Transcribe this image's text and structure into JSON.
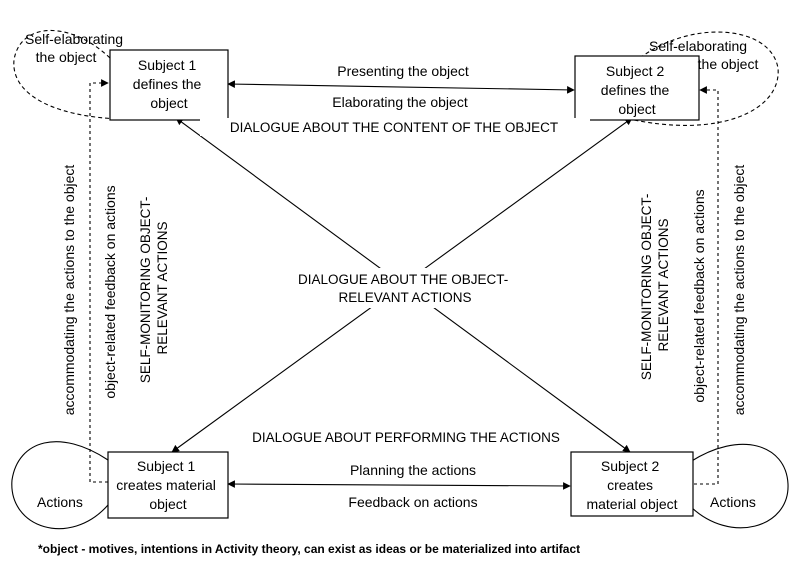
{
  "nodes": {
    "s1_define": [
      "Subject 1",
      "defines the",
      "object"
    ],
    "s2_define": [
      "Subject 2",
      "defines the",
      "object"
    ],
    "s1_create": [
      "Subject 1",
      "creates material",
      "object"
    ],
    "s2_create": [
      "Subject 2",
      "creates",
      "material object"
    ]
  },
  "loops": {
    "self_elab_left": [
      "Self-elaborating",
      "the object"
    ],
    "self_elab_right": [
      "Self-elaborating",
      "the object"
    ],
    "actions_left": "Actions",
    "actions_right": "Actions"
  },
  "edges": {
    "presenting": "Presenting the object",
    "elaborating": "Elaborating the object",
    "planning": "Planning the actions",
    "feedback": "Feedback on actions"
  },
  "captions": {
    "content_dialogue": "DIALOGUE ABOUT THE CONTENT OF THE OBJECT",
    "relevant_dialogue": [
      "DIALOGUE ABOUT THE OBJECT-",
      "RELEVANT ACTIONS"
    ],
    "performing_dialogue": "DIALOGUE ABOUT PERFORMING THE ACTIONS"
  },
  "side_left": {
    "accommodating": "accommodating the actions to the object",
    "feedback": "object-related feedback on actions",
    "monitoring": [
      "SELF-MONITORING OBJECT-",
      "RELEVANT ACTIONS"
    ]
  },
  "side_right": {
    "monitoring": [
      "SELF-MONITORING OBJECT-",
      "RELEVANT ACTIONS"
    ],
    "feedback": "object-related feedback on actions",
    "accommodating": "accommodating the actions to the object"
  },
  "footnote": "*object - motives, intentions in Activity theory, can exist as ideas or be materialized into artifact"
}
